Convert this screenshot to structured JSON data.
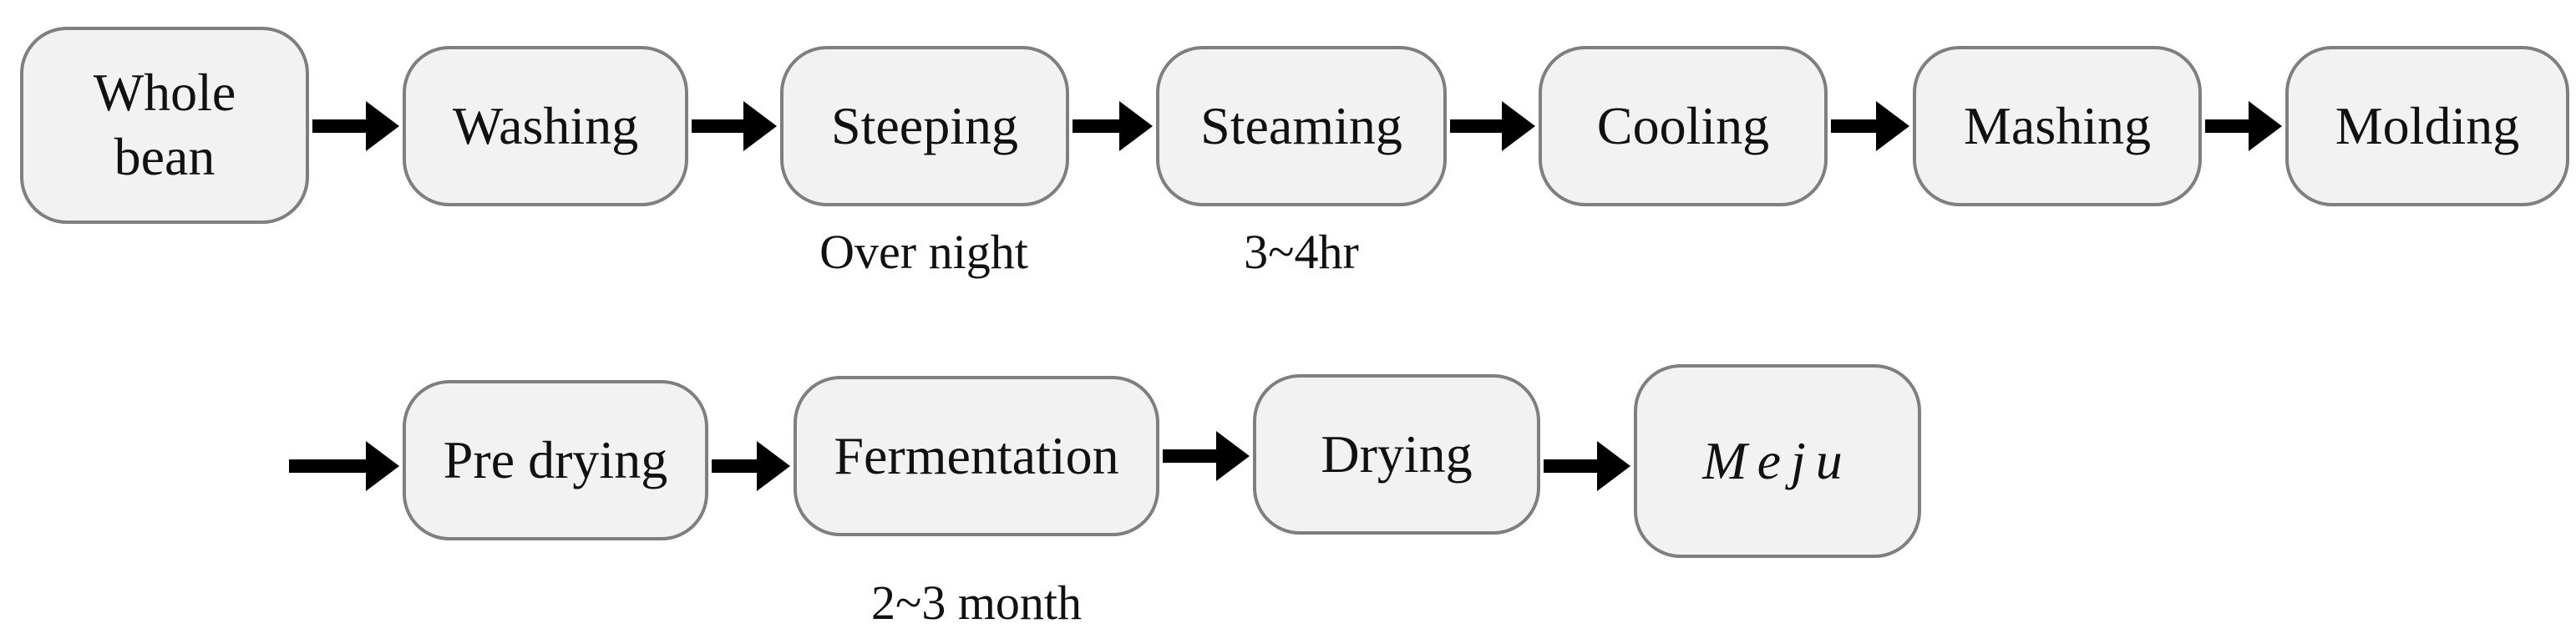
{
  "steps": [
    {
      "label": "Whole\nbean"
    },
    {
      "label": "Washing"
    },
    {
      "label": "Steeping",
      "note": "Over night"
    },
    {
      "label": "Steaming",
      "note": "3~4hr"
    },
    {
      "label": "Cooling"
    },
    {
      "label": "Mashing"
    },
    {
      "label": "Molding"
    },
    {
      "label": "Pre drying"
    },
    {
      "label": "Fermentation",
      "note": "2~3 month"
    },
    {
      "label": "Drying"
    },
    {
      "label": "Meju"
    }
  ],
  "colors": {
    "box_fill": "#f2f2f2",
    "box_border": "#7f7f7f",
    "arrow": "#000000",
    "text": "#111111"
  }
}
